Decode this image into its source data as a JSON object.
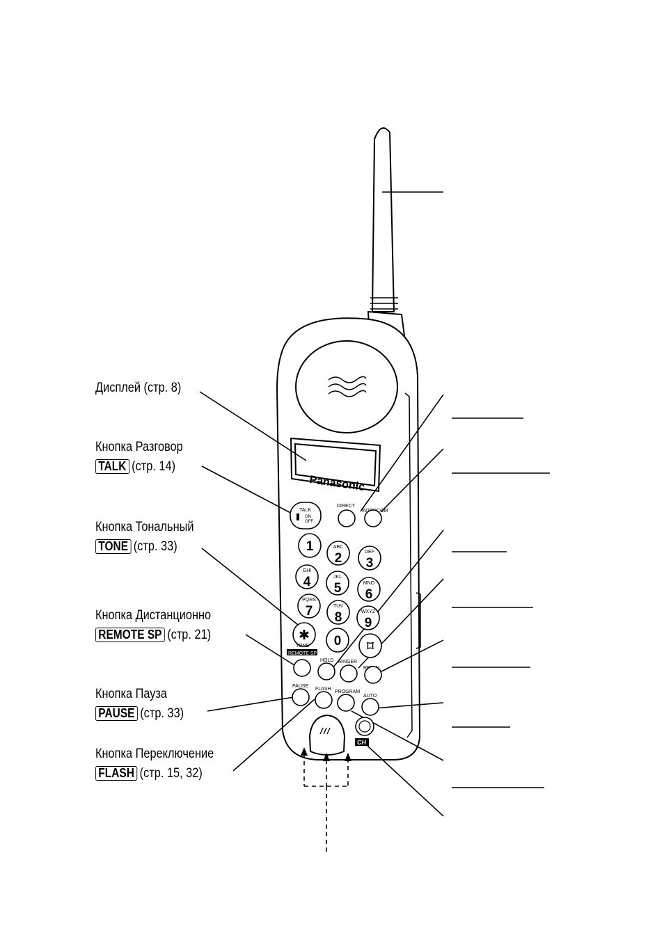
{
  "labels": {
    "display": {
      "text": "Дисплей (стр. 8)"
    },
    "talk": {
      "title": "Кнопка Разговор",
      "key": "TALK",
      "page": "(стр. 14)"
    },
    "tone": {
      "title": "Кнопка Тональный",
      "key": "TONE",
      "page": "(стр. 33)"
    },
    "remote": {
      "title": "Кнопка Дистанционно",
      "key": "REMOTE SP",
      "page": "(стр. 21)"
    },
    "pause": {
      "title": "Кнопка Пауза",
      "key": "PAUSE",
      "page": "(стр. 33)"
    },
    "flash": {
      "title": "Кнопка Переключение",
      "key": "FLASH",
      "page": "(стр. 15, 32)"
    }
  },
  "phone": {
    "brand": "Panasonic",
    "talk_label": "TALK",
    "talk_on": "ON",
    "talk_off": "OFF",
    "direct": "DIRECT",
    "intercom": "INTERCOM",
    "hold": "HOLD",
    "ringer": "RINGER",
    "redial": "REDIAL",
    "pause": "PAUSE",
    "flash": "FLASH",
    "program": "PROGRAM",
    "auto": "AUTO",
    "tone": "TONE",
    "remote_sp": "REMOTE SP",
    "ch": "CH",
    "keys": [
      {
        "digit": "1",
        "letters": ""
      },
      {
        "digit": "2",
        "letters": "ABC"
      },
      {
        "digit": "3",
        "letters": "DEF"
      },
      {
        "digit": "4",
        "letters": "GHI"
      },
      {
        "digit": "5",
        "letters": "JKL"
      },
      {
        "digit": "6",
        "letters": "MNO"
      },
      {
        "digit": "7",
        "letters": "PQRS"
      },
      {
        "digit": "8",
        "letters": "TUV"
      },
      {
        "digit": "9",
        "letters": "WXYZ"
      },
      {
        "digit": "✱",
        "letters": ""
      },
      {
        "digit": "0",
        "letters": ""
      },
      {
        "digit": "⌑",
        "letters": ""
      }
    ]
  },
  "icons": {
    "earpiece": "earpiece-wave-icon",
    "microphone": "microphone-icon",
    "speaker": "speaker-icon"
  }
}
